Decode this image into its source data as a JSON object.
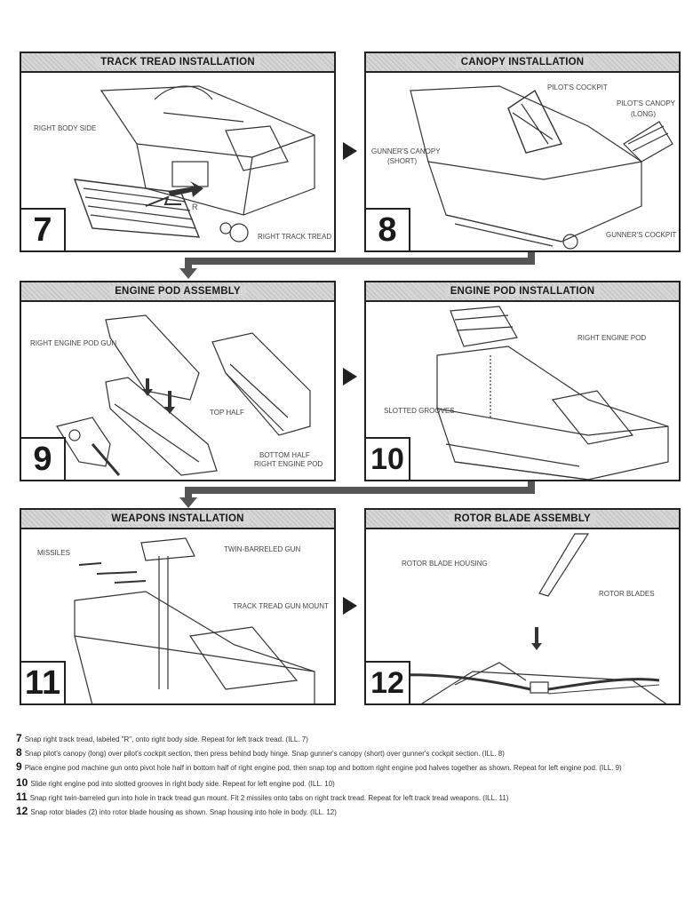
{
  "panels": [
    {
      "step": "7",
      "title": "TRACK TREAD INSTALLATION",
      "labels": {
        "a": "RIGHT BODY SIDE",
        "b": "R",
        "c": "RIGHT TRACK TREAD"
      }
    },
    {
      "step": "8",
      "title": "CANOPY INSTALLATION",
      "labels": {
        "a": "PILOT'S COCKPIT",
        "b": "PILOT'S CANOPY",
        "b2": "(LONG)",
        "c": "GUNNER'S CANOPY",
        "c2": "(SHORT)",
        "d": "GUNNER'S COCKPIT"
      }
    },
    {
      "step": "9",
      "title": "ENGINE POD ASSEMBLY",
      "labels": {
        "a": "RIGHT ENGINE POD GUN",
        "b": "TOP HALF",
        "c": "BOTTOM HALF",
        "c2": "RIGHT ENGINE POD"
      }
    },
    {
      "step": "10",
      "title": "ENGINE POD INSTALLATION",
      "labels": {
        "a": "RIGHT ENGINE POD",
        "b": "SLOTTED GROOVES"
      }
    },
    {
      "step": "11",
      "title": "WEAPONS INSTALLATION",
      "labels": {
        "a": "MISSILES",
        "b": "TWIN-BARRELED GUN",
        "c": "TRACK TREAD GUN MOUNT"
      }
    },
    {
      "step": "12",
      "title": "ROTOR BLADE ASSEMBLY",
      "labels": {
        "a": "ROTOR BLADE HOUSING",
        "b": "ROTOR BLADES"
      }
    }
  ],
  "instructions": [
    {
      "num": "7",
      "text": "Snap right track tread, labeled \"R\", onto right body side. Repeat for left track tread. (ILL. 7)"
    },
    {
      "num": "8",
      "text": "Snap pilot's canopy (long) over pilot's cockpit section, then press behind body hinge. Snap gunner's canopy (short) over gunner's cockpit section. (ILL. 8)"
    },
    {
      "num": "9",
      "text": "Place engine pod machine gun onto pivot hole half in bottom half of right engine pod, then snap top and bottom right engine pod halves together as shown. Repeat for left engine pod. (ILL. 9)"
    },
    {
      "num": "10",
      "text": "Slide right engine pod into slotted grooves in right body side. Repeat for left engine pod. (ILL. 10)"
    },
    {
      "num": "11",
      "text": "Snap right twin-barreled gun into hole in track tread gun mount. Fit 2 missiles onto tabs on right track tread. Repeat for left track tread weapons. (ILL. 11)"
    },
    {
      "num": "12",
      "text": "Snap rotor blades (2) into rotor blade housing as shown. Snap housing into hole in body. (ILL. 12)"
    }
  ]
}
